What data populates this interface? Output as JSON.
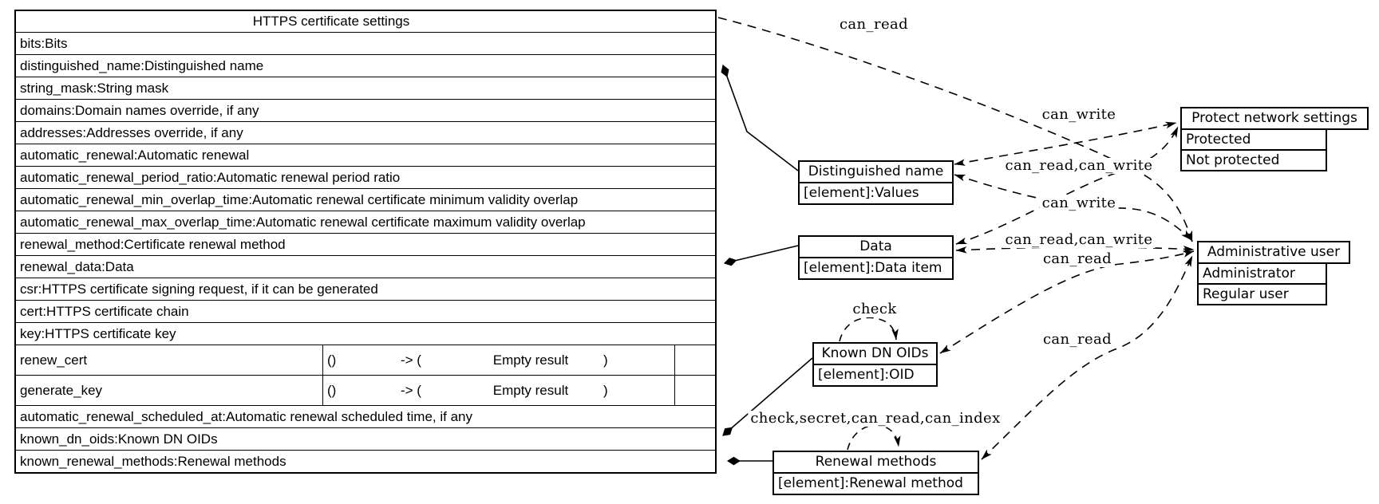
{
  "table": {
    "title": "HTTPS certificate settings",
    "rows_top": [
      "bits:Bits",
      "distinguished_name:Distinguished name",
      "string_mask:String mask",
      "domains:Domain names override, if any",
      "addresses:Addresses override, if any",
      "automatic_renewal:Automatic renewal",
      "automatic_renewal_period_ratio:Automatic renewal period ratio",
      "automatic_renewal_min_overlap_time:Automatic renewal certificate minimum validity overlap",
      "automatic_renewal_max_overlap_time:Automatic renewal certificate maximum validity overlap",
      "renewal_method:Certificate renewal method",
      "renewal_data:Data",
      "csr:HTTPS certificate signing request, if it can be generated",
      "cert:HTTPS certificate chain",
      "key:HTTPS certificate key"
    ],
    "functions": [
      {
        "name": "renew_cert",
        "args": "()",
        "arrow": "-> (",
        "result": "Empty result",
        "close": ")"
      },
      {
        "name": "generate_key",
        "args": "()",
        "arrow": "-> (",
        "result": "Empty result",
        "close": ")"
      }
    ],
    "rows_bottom": [
      "automatic_renewal_scheduled_at:Automatic renewal scheduled time, if any",
      "known_dn_oids:Known DN OIDs",
      "known_renewal_methods:Renewal methods"
    ]
  },
  "boxes": {
    "distinguished_name": {
      "title": "Distinguished name",
      "rows": [
        "[element]:Values"
      ]
    },
    "data": {
      "title": "Data",
      "rows": [
        "[element]:Data item"
      ]
    },
    "known_dn_oids": {
      "title": "Known DN OIDs",
      "rows": [
        "[element]:OID"
      ]
    },
    "renewal_methods": {
      "title": "Renewal methods",
      "rows": [
        "[element]:Renewal method"
      ]
    },
    "protect_network_settings": {
      "title": "Protect network settings",
      "rows": [
        "Protected",
        "Not protected"
      ]
    },
    "administrative_user": {
      "title": "Administrative user",
      "rows": [
        "Administrator",
        "Regular user"
      ]
    }
  },
  "edge_labels": {
    "table_to_admin": "can_read",
    "dn_to_protect": "can_write",
    "data_to_protect": "can_read,can_write",
    "dn_to_admin": "can_write",
    "data_to_admin": "can_read,can_write",
    "known_dn_oids_to_admin": "can_read",
    "renewal_methods_to_admin": "can_read",
    "known_dn_oids_self": "check",
    "renewal_methods_self": "check,secret,can_read,can_index"
  },
  "colors": {
    "line": "#000000",
    "background": "#ffffff",
    "text": "#000000"
  }
}
